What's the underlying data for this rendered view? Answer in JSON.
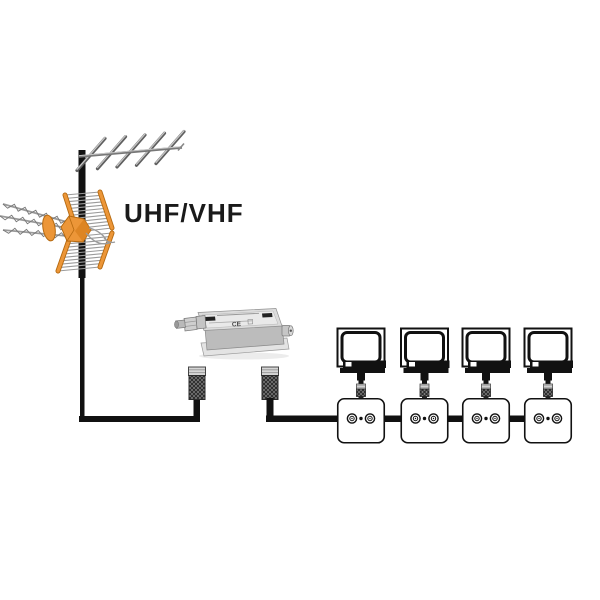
{
  "diagram": {
    "antenna_label": "UHF/VHF",
    "amplifier_ce_mark": "CE",
    "tv_count": 4,
    "outlet_count": 4,
    "components": [
      "uhf-vhf-antenna",
      "antenna-mast",
      "coaxial-downlead-cable",
      "inline-signal-amplifier",
      "f-connector-input",
      "f-connector-output",
      "distribution-coax-cable",
      "tv-wall-outlet",
      "tv-set"
    ],
    "colors": {
      "antenna_orange": "#EC9638",
      "antenna_orange_edge": "#B5690F",
      "cable_black": "#111111",
      "amplifier_metal": "#DCDCDC",
      "background": "#FFFFFF"
    }
  },
  "layout": {
    "unit_x_positions": [
      337,
      400.5,
      462,
      524
    ]
  }
}
